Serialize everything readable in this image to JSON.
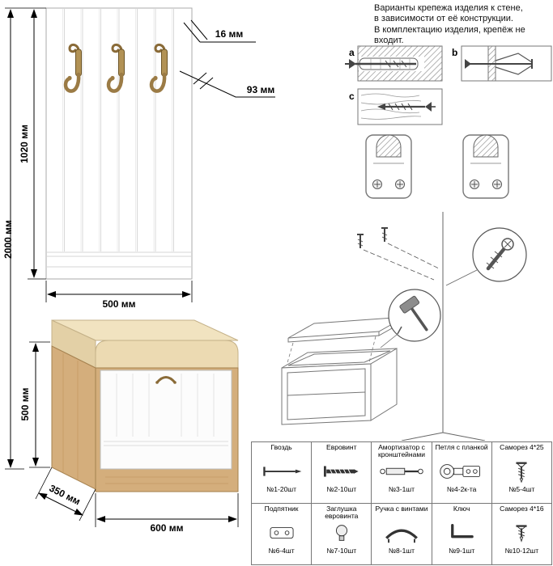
{
  "wall_note": {
    "lines": [
      "Варианты крепежа изделия к стене,",
      "в зависимости от её конструкции.",
      "В комплектацию изделия, крепёж не",
      "входит."
    ]
  },
  "fastening_options": {
    "a_label": "a",
    "b_label": "b",
    "c_label": "c"
  },
  "panel_dimensions": {
    "total_height": "2000 мм",
    "panel_height": "1020 мм",
    "width": "500 мм",
    "plank_thickness": "16 мм",
    "hook_offset": "93 мм"
  },
  "bench_dimensions": {
    "height": "500 мм",
    "depth": "350 мм",
    "width": "600 мм"
  },
  "parts_table": {
    "rows": [
      [
        {
          "name": "Гвоздь",
          "count": "№1-20шт",
          "icon": "nail-icon"
        },
        {
          "name": "Евровинт",
          "count": "№2-10шт",
          "icon": "eurovint-icon"
        },
        {
          "name": "Амортизатор с кронштейнами",
          "count": "№3-1шт",
          "icon": "gas-lift-icon"
        },
        {
          "name": "Петля с планкой",
          "count": "№4-2к-та",
          "icon": "hinge-icon"
        },
        {
          "name": "Саморез 4*25",
          "count": "№5-4шт",
          "icon": "screw-icon"
        },
        {
          "name": "Подпятник",
          "count": "№6-4шт",
          "icon": "footpad-icon"
        },
        {
          "name": "Заглушка евровинта",
          "count": "№7-10шт",
          "icon": "cap-icon"
        },
        {
          "name": "Ручка с винтами",
          "count": "№8-1шт",
          "icon": "handle-icon"
        },
        {
          "name": "Ключ",
          "count": "№9-1шт",
          "icon": "hex-key-icon"
        },
        {
          "name": "Саморез 4*16",
          "count": "№10-12шт",
          "icon": "screw-small-icon"
        }
      ]
    ]
  },
  "colors": {
    "wood": "#d4ae7c",
    "cushion": "#ecdab2",
    "hook_bronze": "#9b7b45",
    "line": "#333333"
  }
}
